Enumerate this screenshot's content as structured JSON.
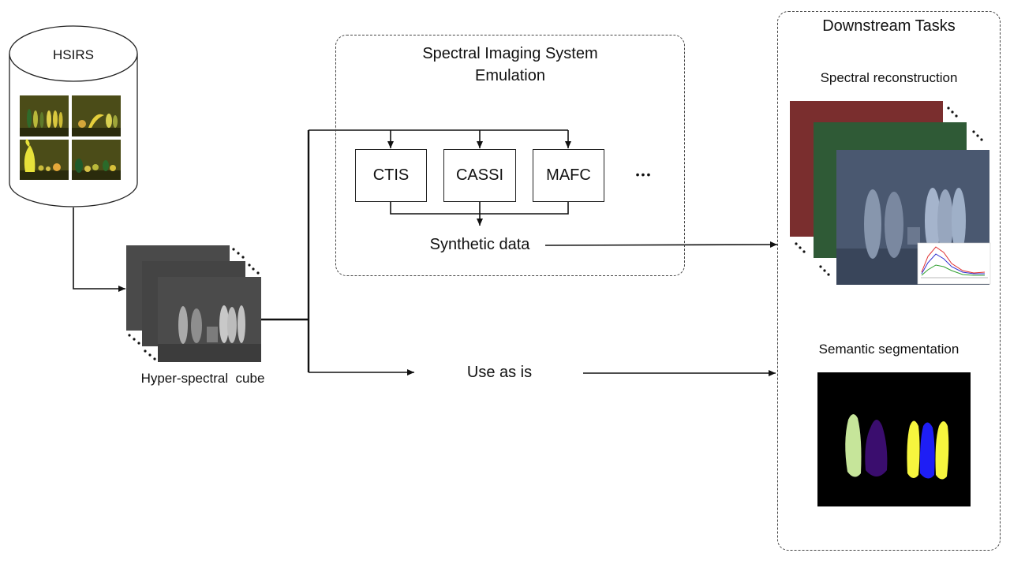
{
  "database": {
    "label": "HSIRS"
  },
  "cube": {
    "label": "Hyper-spectral  cube"
  },
  "emulation": {
    "title_line1": "Spectral Imaging System",
    "title_line2": "Emulation",
    "systems": [
      "CTIS",
      "CASSI",
      "MAFC"
    ],
    "more": "•••",
    "output_label": "Synthetic data"
  },
  "direct_path": {
    "label": "Use as is"
  },
  "downstream": {
    "title": "Downstream Tasks",
    "reconstruction_label": "Spectral reconstruction",
    "segmentation_label": "Semantic segmentation"
  },
  "colors": {
    "cube_gray": "#4a4a4a",
    "cube_object": "#b8b8b8",
    "recon_red": "#7a2e2e",
    "recon_green": "#2f5a36",
    "recon_blue": "#4a5870",
    "seg_background": "#000000",
    "seg_green": "#c6e59a",
    "seg_purple": "#3a0d6e",
    "seg_yellow": "#f6f53e",
    "seg_blue": "#1e1ef5",
    "thumb_olive": "#4b4c18"
  }
}
